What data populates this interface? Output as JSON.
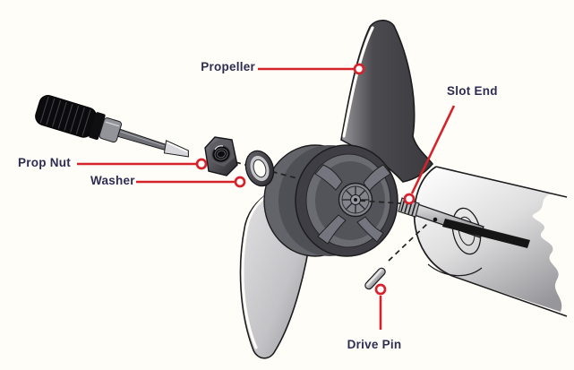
{
  "figure": {
    "type": "exploded-parts-diagram",
    "background": "#fffdf8",
    "colors": {
      "callout": "#d6232b",
      "label_text": "#2d2d52",
      "outline": "#1d1d1f"
    },
    "labels": {
      "propeller": "Propeller",
      "slot_end": "Slot End",
      "prop_nut": "Prop Nut",
      "washer": "Washer",
      "drive_pin": "Drive Pin"
    },
    "parts": [
      "screwdriver",
      "prop-nut",
      "washer",
      "propeller",
      "prop-shaft-slot-end",
      "motor-housing",
      "drive-pin"
    ]
  }
}
